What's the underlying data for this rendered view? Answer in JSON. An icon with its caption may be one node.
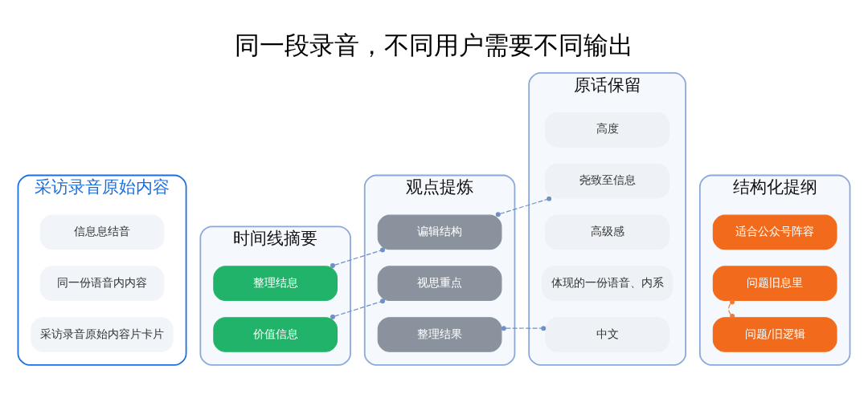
{
  "diagram": {
    "title": "同一段录音，不同用户需要不同输出",
    "nodes": [
      {
        "text": [
          "采访录音原始内容"
        ]
      },
      {
        "text": [
          "采访录音原始内容片卡片"
        ],
        "in": 0
      },
      {
        "text": [
          "同一份语音内内容"
        ],
        "in": 0
      },
      {
        "text": [
          "信息息结音"
        ],
        "in": 0
      },
      {
        "text": [
          "时间线摘要"
        ]
      },
      {
        "text": [
          "价值信息"
        ],
        "in": 4
      },
      {
        "text": [
          "整理结息"
        ],
        "in": 4
      },
      {
        "text": [
          "观点提炼"
        ]
      },
      {
        "text": [
          "整理结果"
        ],
        "in": 7
      },
      {
        "text": [
          "视思重点"
        ],
        "in": 7
      },
      {
        "text": [
          "谝辑结构"
        ],
        "in": 7
      },
      {
        "text": [
          "原话保留"
        ]
      },
      {
        "text": [
          "中文"
        ],
        "in": 11
      },
      {
        "text": [
          "体现的一份语音、内系"
        ],
        "in": 11
      },
      {
        "text": [
          "高级感"
        ],
        "in": 11
      },
      {
        "text": [
          "尧致至信息"
        ],
        "in": 11
      },
      {
        "text": [
          "高度"
        ],
        "in": 11
      },
      {
        "text": [
          "结构化提纲"
        ]
      },
      {
        "text": [
          "问题/旧逻辑"
        ],
        "in": 17
      },
      {
        "text": [
          "问题旧息里"
        ],
        "in": 17
      },
      {
        "text": [
          "适合公众号阵容"
        ],
        "in": 17
      }
    ],
    "edges": [
      {
        "from": 5,
        "to": 9,
        "arrow": "other",
        "style": "dashed"
      },
      {
        "from": 6,
        "to": 10,
        "arrow": "other",
        "style": "dashed"
      },
      {
        "from": 8,
        "to": 12,
        "arrow": "other",
        "style": "dashed"
      },
      {
        "from": 10,
        "to": 15,
        "arrow": "other",
        "style": "dashed"
      },
      {
        "from": 18,
        "to": 19,
        "arrow": "other",
        "style": "dashed",
        "color": "#f07a3a"
      }
    ]
  }
}
